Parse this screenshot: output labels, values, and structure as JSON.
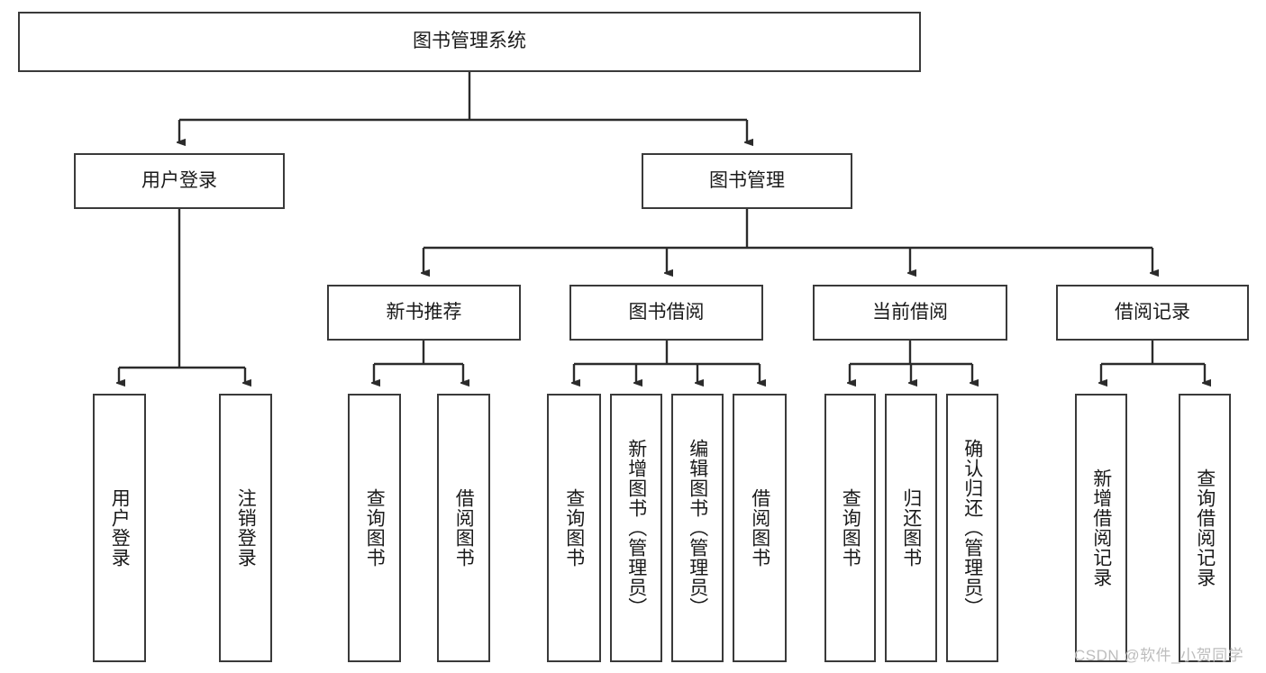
{
  "diagram": {
    "title": "图书管理系统",
    "type": "tree-hierarchy",
    "root": {
      "label": "图书管理系统"
    },
    "level2": [
      {
        "label": "用户登录"
      },
      {
        "label": "图书管理"
      }
    ],
    "level3": [
      {
        "label": "新书推荐"
      },
      {
        "label": "图书借阅"
      },
      {
        "label": "当前借阅"
      },
      {
        "label": "借阅记录"
      }
    ],
    "leaves": {
      "user_login": [
        {
          "label": "用户登录"
        },
        {
          "label": "注销登录"
        }
      ],
      "new_book_recommend": [
        {
          "label": "查询图书"
        },
        {
          "label": "借阅图书"
        }
      ],
      "book_borrow": [
        {
          "label": "查询图书"
        },
        {
          "label": "新增图书（管理员）"
        },
        {
          "label": "编辑图书（管理员）"
        },
        {
          "label": "借阅图书"
        }
      ],
      "current_borrow": [
        {
          "label": "查询图书"
        },
        {
          "label": "归还图书"
        },
        {
          "label": "确认归还（管理员）"
        }
      ],
      "borrow_record": [
        {
          "label": "新增借阅记录"
        },
        {
          "label": "查询借阅记录"
        }
      ]
    }
  },
  "watermark": {
    "text": "CSDN @软件_小贺同学"
  },
  "colors": {
    "border": "#3a3a3a",
    "background": "#ffffff",
    "text": "#1a1a1a",
    "watermark": "#bdbdbd"
  }
}
